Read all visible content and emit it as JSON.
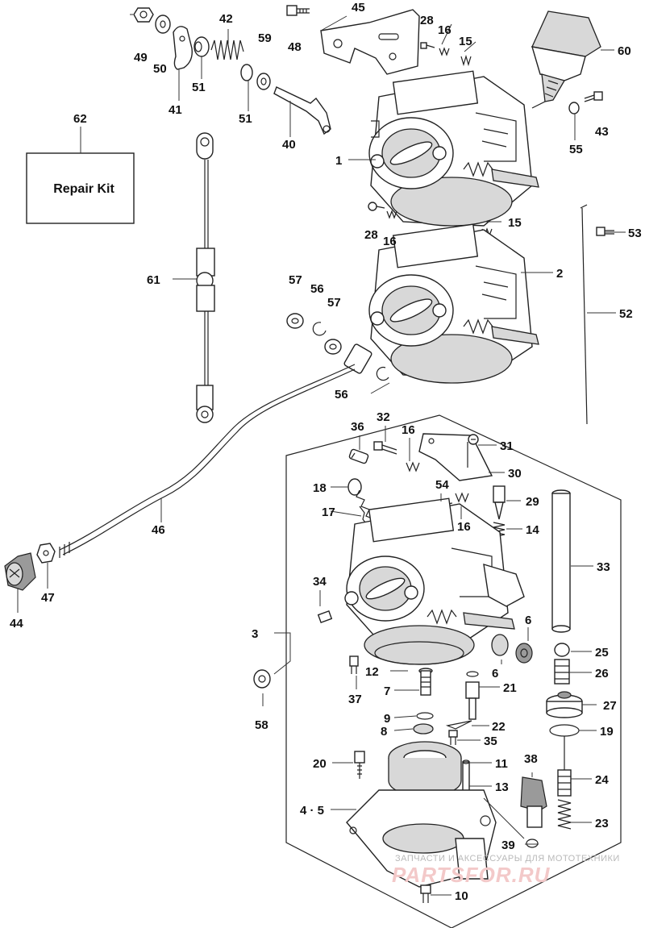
{
  "diagram": {
    "repair_kit_label": "Repair Kit",
    "watermark_line1": "ЗАПЧАСТИ И АКСЕССУАРЫ ДЛЯ МОТОТЕХНИКИ",
    "watermark_line2": "PARTSFOR.RU",
    "callouts": {
      "c49": "49",
      "c50": "50",
      "c41": "41",
      "c51a": "51",
      "c42": "42",
      "c59": "59",
      "c51b": "51",
      "c40": "40",
      "c48": "48",
      "c45": "45",
      "c28a": "28",
      "c16a": "16",
      "c15a": "15",
      "c60": "60",
      "c43": "43",
      "c55": "55",
      "c1": "1",
      "c62": "62",
      "c53": "53",
      "c28b": "28",
      "c16b": "16",
      "c15b": "15",
      "c2": "2",
      "c61": "61",
      "c57a": "57",
      "c56a": "56",
      "c57b": "57",
      "c52": "52",
      "c56b": "56",
      "c36": "36",
      "c32": "32",
      "c16c": "16",
      "c31": "31",
      "c30": "30",
      "c18": "18",
      "c54": "54",
      "c17": "17",
      "c16d": "16",
      "c29": "29",
      "c14": "14",
      "c46": "46",
      "c33": "33",
      "c44": "44",
      "c47": "47",
      "c34": "34",
      "c6a": "6",
      "c3": "3",
      "c25": "25",
      "c12": "12",
      "c6b": "6",
      "c26": "26",
      "c37": "37",
      "c7": "7",
      "c21": "21",
      "c27": "27",
      "c9": "9",
      "c22": "22",
      "c8": "8",
      "c19": "19",
      "c35": "35",
      "c58": "58",
      "c20": "20",
      "c11": "11",
      "c38": "38",
      "c24": "24",
      "c13": "13",
      "c45b": "4 · 5",
      "c23": "23",
      "c39": "39",
      "c10": "10"
    }
  }
}
